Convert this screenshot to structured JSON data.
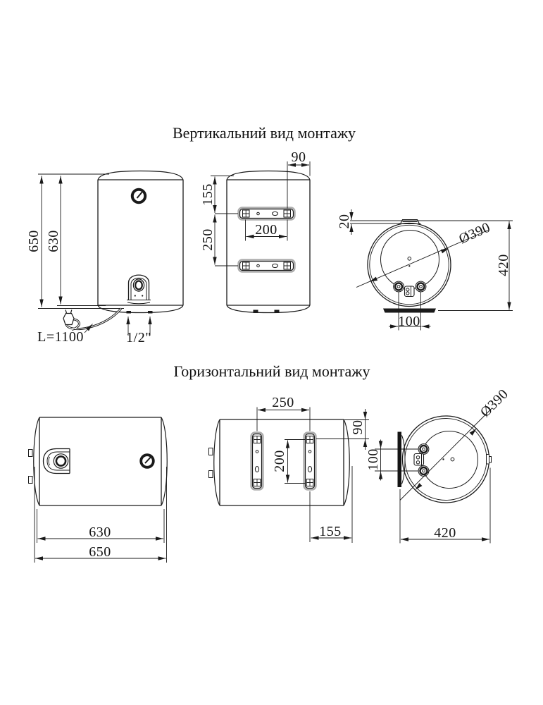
{
  "titles": {
    "vertical": "Вертикальний вид монтажу",
    "horizontal": "Горизонтальний вид монтажу"
  },
  "vertical": {
    "front": {
      "total_height": "650",
      "body_height": "630",
      "cable_length": "L=1100",
      "thread_size": "1/2\""
    },
    "rear": {
      "edge_offset": "90",
      "top_offset": "155",
      "bracket_spacing": "250",
      "hole_spacing": "200"
    },
    "bottom": {
      "cap_height": "20",
      "diameter": "Ø390",
      "total_depth": "420",
      "pipe_spacing": "100"
    }
  },
  "horizontal": {
    "front": {
      "body_length": "630",
      "total_length": "650"
    },
    "rear": {
      "bracket_spacing": "250",
      "hole_spacing": "200",
      "edge_offset": "155",
      "top_offset": "90"
    },
    "side": {
      "diameter": "Ø390",
      "total_depth": "420",
      "pipe_spacing": "100"
    }
  }
}
